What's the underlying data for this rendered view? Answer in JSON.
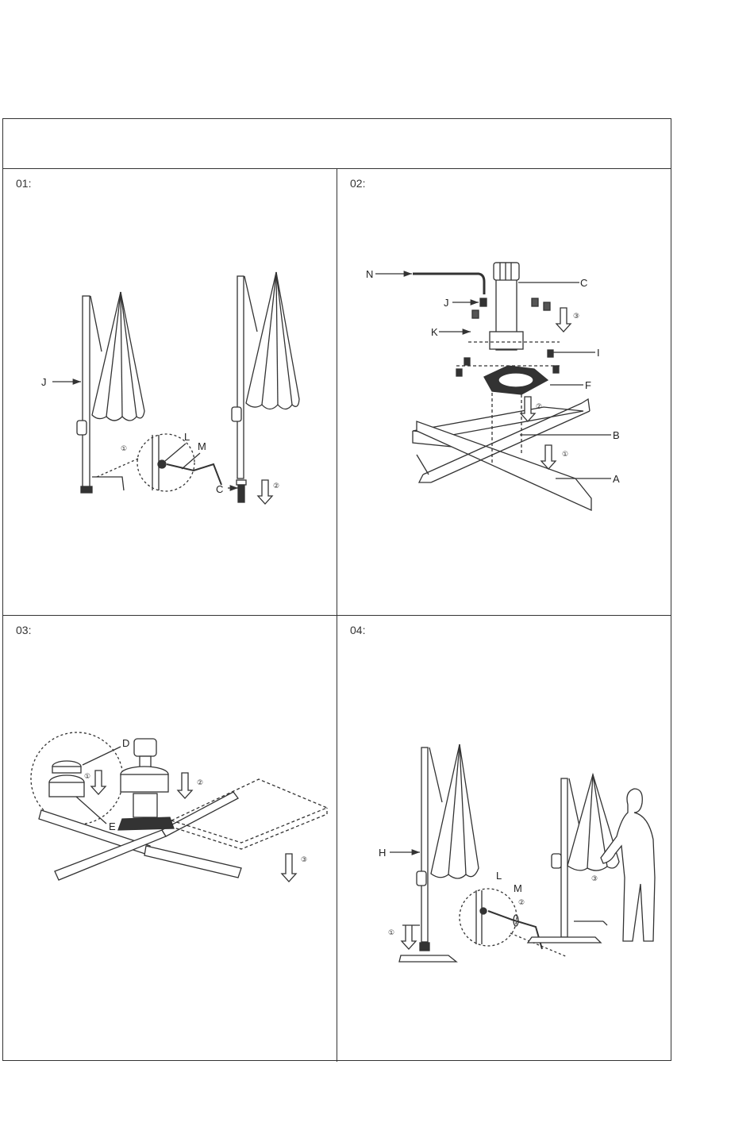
{
  "steps": [
    {
      "label": "01:",
      "callouts": {
        "j": "J",
        "l": "L",
        "m": "M",
        "c": "C",
        "n1": "①",
        "n2": "②"
      }
    },
    {
      "label": "02:",
      "callouts": {
        "n": "N",
        "c": "C",
        "j": "J",
        "k": "K",
        "i": "I",
        "f": "F",
        "b": "B",
        "a": "A",
        "n1": "①",
        "n2": "②",
        "n3": "③"
      }
    },
    {
      "label": "03:",
      "callouts": {
        "d": "D",
        "e": "E",
        "n1": "①",
        "n2": "②",
        "n3": "③"
      }
    },
    {
      "label": "04:",
      "callouts": {
        "h": "H",
        "l": "L",
        "m": "M",
        "n1": "①",
        "n2": "②",
        "n3": "③"
      }
    }
  ],
  "colors": {
    "line": "#333333",
    "dash": "#555555",
    "paper": "#ffffff"
  }
}
